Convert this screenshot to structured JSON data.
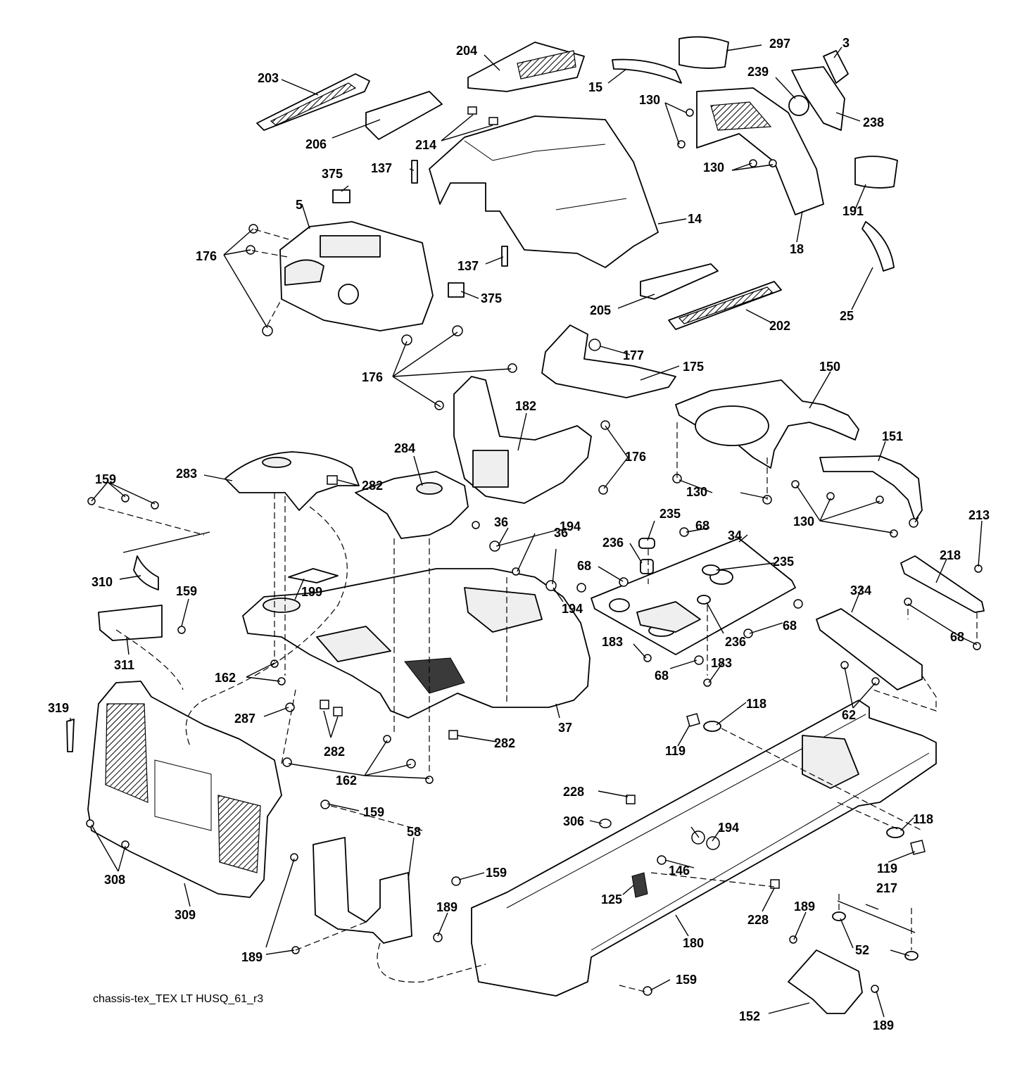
{
  "caption": "chassis-tex_TEX LT HUSQ_61_r3",
  "callouts": [
    "3",
    "5",
    "14",
    "15",
    "18",
    "25",
    "34",
    "36",
    "37",
    "52",
    "58",
    "62",
    "68",
    "118",
    "119",
    "125",
    "130",
    "137",
    "146",
    "150",
    "151",
    "152",
    "159",
    "162",
    "175",
    "176",
    "177",
    "180",
    "182",
    "183",
    "189",
    "191",
    "194",
    "199",
    "202",
    "203",
    "204",
    "205",
    "206",
    "213",
    "214",
    "217",
    "218",
    "228",
    "235",
    "236",
    "238",
    "239",
    "282",
    "283",
    "284",
    "287",
    "297",
    "306",
    "308",
    "309",
    "310",
    "311",
    "319",
    "334",
    "375"
  ]
}
